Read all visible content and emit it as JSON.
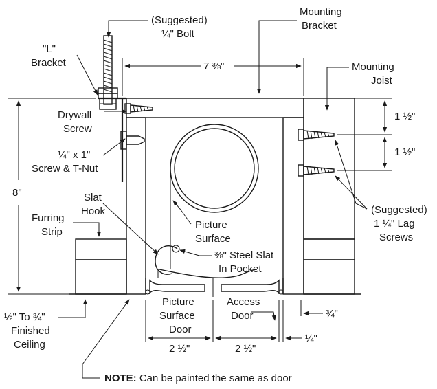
{
  "labels": {
    "suggested_bolt_line1": "(Suggested)",
    "suggested_bolt_line2": "¼\" Bolt",
    "mounting_bracket_line1": "Mounting",
    "mounting_bracket_line2": "Bracket",
    "l_bracket_line1": "\"L\"",
    "l_bracket_line2": "Bracket",
    "width_dim": "7 ⅜\"",
    "mounting_joist_line1": "Mounting",
    "mounting_joist_line2": "Joist",
    "drywall_line1": "Drywall",
    "drywall_line2": "Screw",
    "screw_line1": "¼\" x 1\"",
    "screw_line2": "Screw & T-Nut",
    "dim_1_5_top": "1 ½\"",
    "dim_1_5_bottom": "1 ½\"",
    "height_dim": "8\"",
    "slat_hook_line1": "Slat",
    "slat_hook_line2": "Hook",
    "picture_surface_line1": "Picture",
    "picture_surface_line2": "Surface",
    "lag_line1": "(Suggested)",
    "lag_line2": "1 ¼\" Lag",
    "lag_line3": "Screws",
    "furring_line1": "Furring",
    "furring_line2": "Strip",
    "steel_slat_line1": "⅜\" Steel Slat",
    "steel_slat_line2": "In Pocket",
    "picture_door_line1": "Picture",
    "picture_door_line2": "Surface",
    "picture_door_line3": "Door",
    "access_door_line1": "Access",
    "access_door_line2": "Door",
    "dim_3_4": "¾\"",
    "dim_1_4": "¼\"",
    "dim_2_5_left": "2 ½\"",
    "dim_2_5_right": "2 ½\"",
    "finished_line1": "½\" To ¾\"",
    "finished_line2": "Finished",
    "finished_line3": "Ceiling",
    "note_bold": "NOTE:",
    "note_text": " Can be painted the same as door"
  }
}
